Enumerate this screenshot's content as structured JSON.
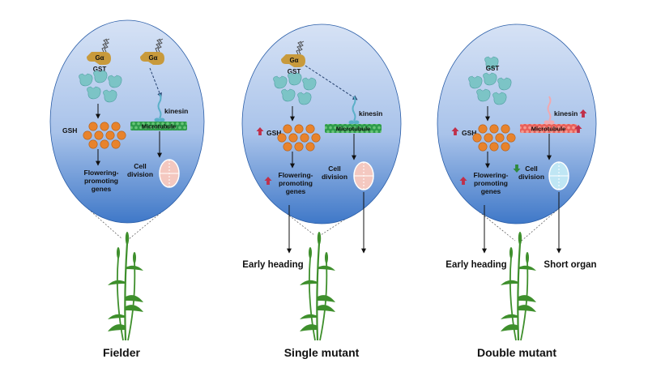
{
  "panels": [
    {
      "caption": "Fielder",
      "galpha_labels": [
        "Gα",
        "Gα"
      ],
      "gst_label": "GST",
      "kinesin_label": "kinesin",
      "gsh_label": "GSH",
      "microtubule_label": "Microtubule",
      "flowering_lines": [
        "Flowering-",
        "promoting",
        "genes"
      ],
      "cell_division_lines": [
        "Cell",
        "division"
      ],
      "outcomes": []
    },
    {
      "caption": "Single mutant",
      "galpha_labels": [
        "Gα"
      ],
      "gst_label": "GST",
      "kinesin_label": "kinesin",
      "gsh_label": "GSH",
      "microtubule_label": "Microtubule",
      "flowering_lines": [
        "Flowering-",
        "promoting",
        "genes"
      ],
      "cell_division_lines": [
        "Cell",
        "division"
      ],
      "outcomes": [
        "Early heading"
      ]
    },
    {
      "caption": "Double mutant",
      "galpha_labels": [],
      "gst_label": "GST",
      "kinesin_label": "kinesin",
      "gsh_label": "GSH",
      "microtubule_label": "Microtubule",
      "flowering_lines": [
        "Flowering-",
        "promoting",
        "genes"
      ],
      "cell_division_lines": [
        "Cell",
        "division"
      ],
      "outcomes": [
        "Early heading",
        "Short organ"
      ]
    }
  ],
  "colors": {
    "circle_top": "#d6e2f5",
    "circle_bottom": "#3f78c8",
    "galpha": "#c89a3c",
    "gst": "#7cc4c6",
    "gsh": "#e8832c",
    "microtubule_normal": "#2e9b4a",
    "microtubule_altered": "#e8605a",
    "kinesin_normal": "#5bb0c8",
    "kinesin_altered": "#f1a9b0",
    "up_arrow": "#c0304a",
    "down_arrow": "#2f8a3c",
    "cell_normal": "#f4c8c0",
    "cell_altered": "#bfe6f4",
    "plant": "#3e8f2c"
  },
  "icons": [
    "up-arrow-icon",
    "down-arrow-icon",
    "wheat-plant-icon",
    "dividing-cell-icon"
  ]
}
